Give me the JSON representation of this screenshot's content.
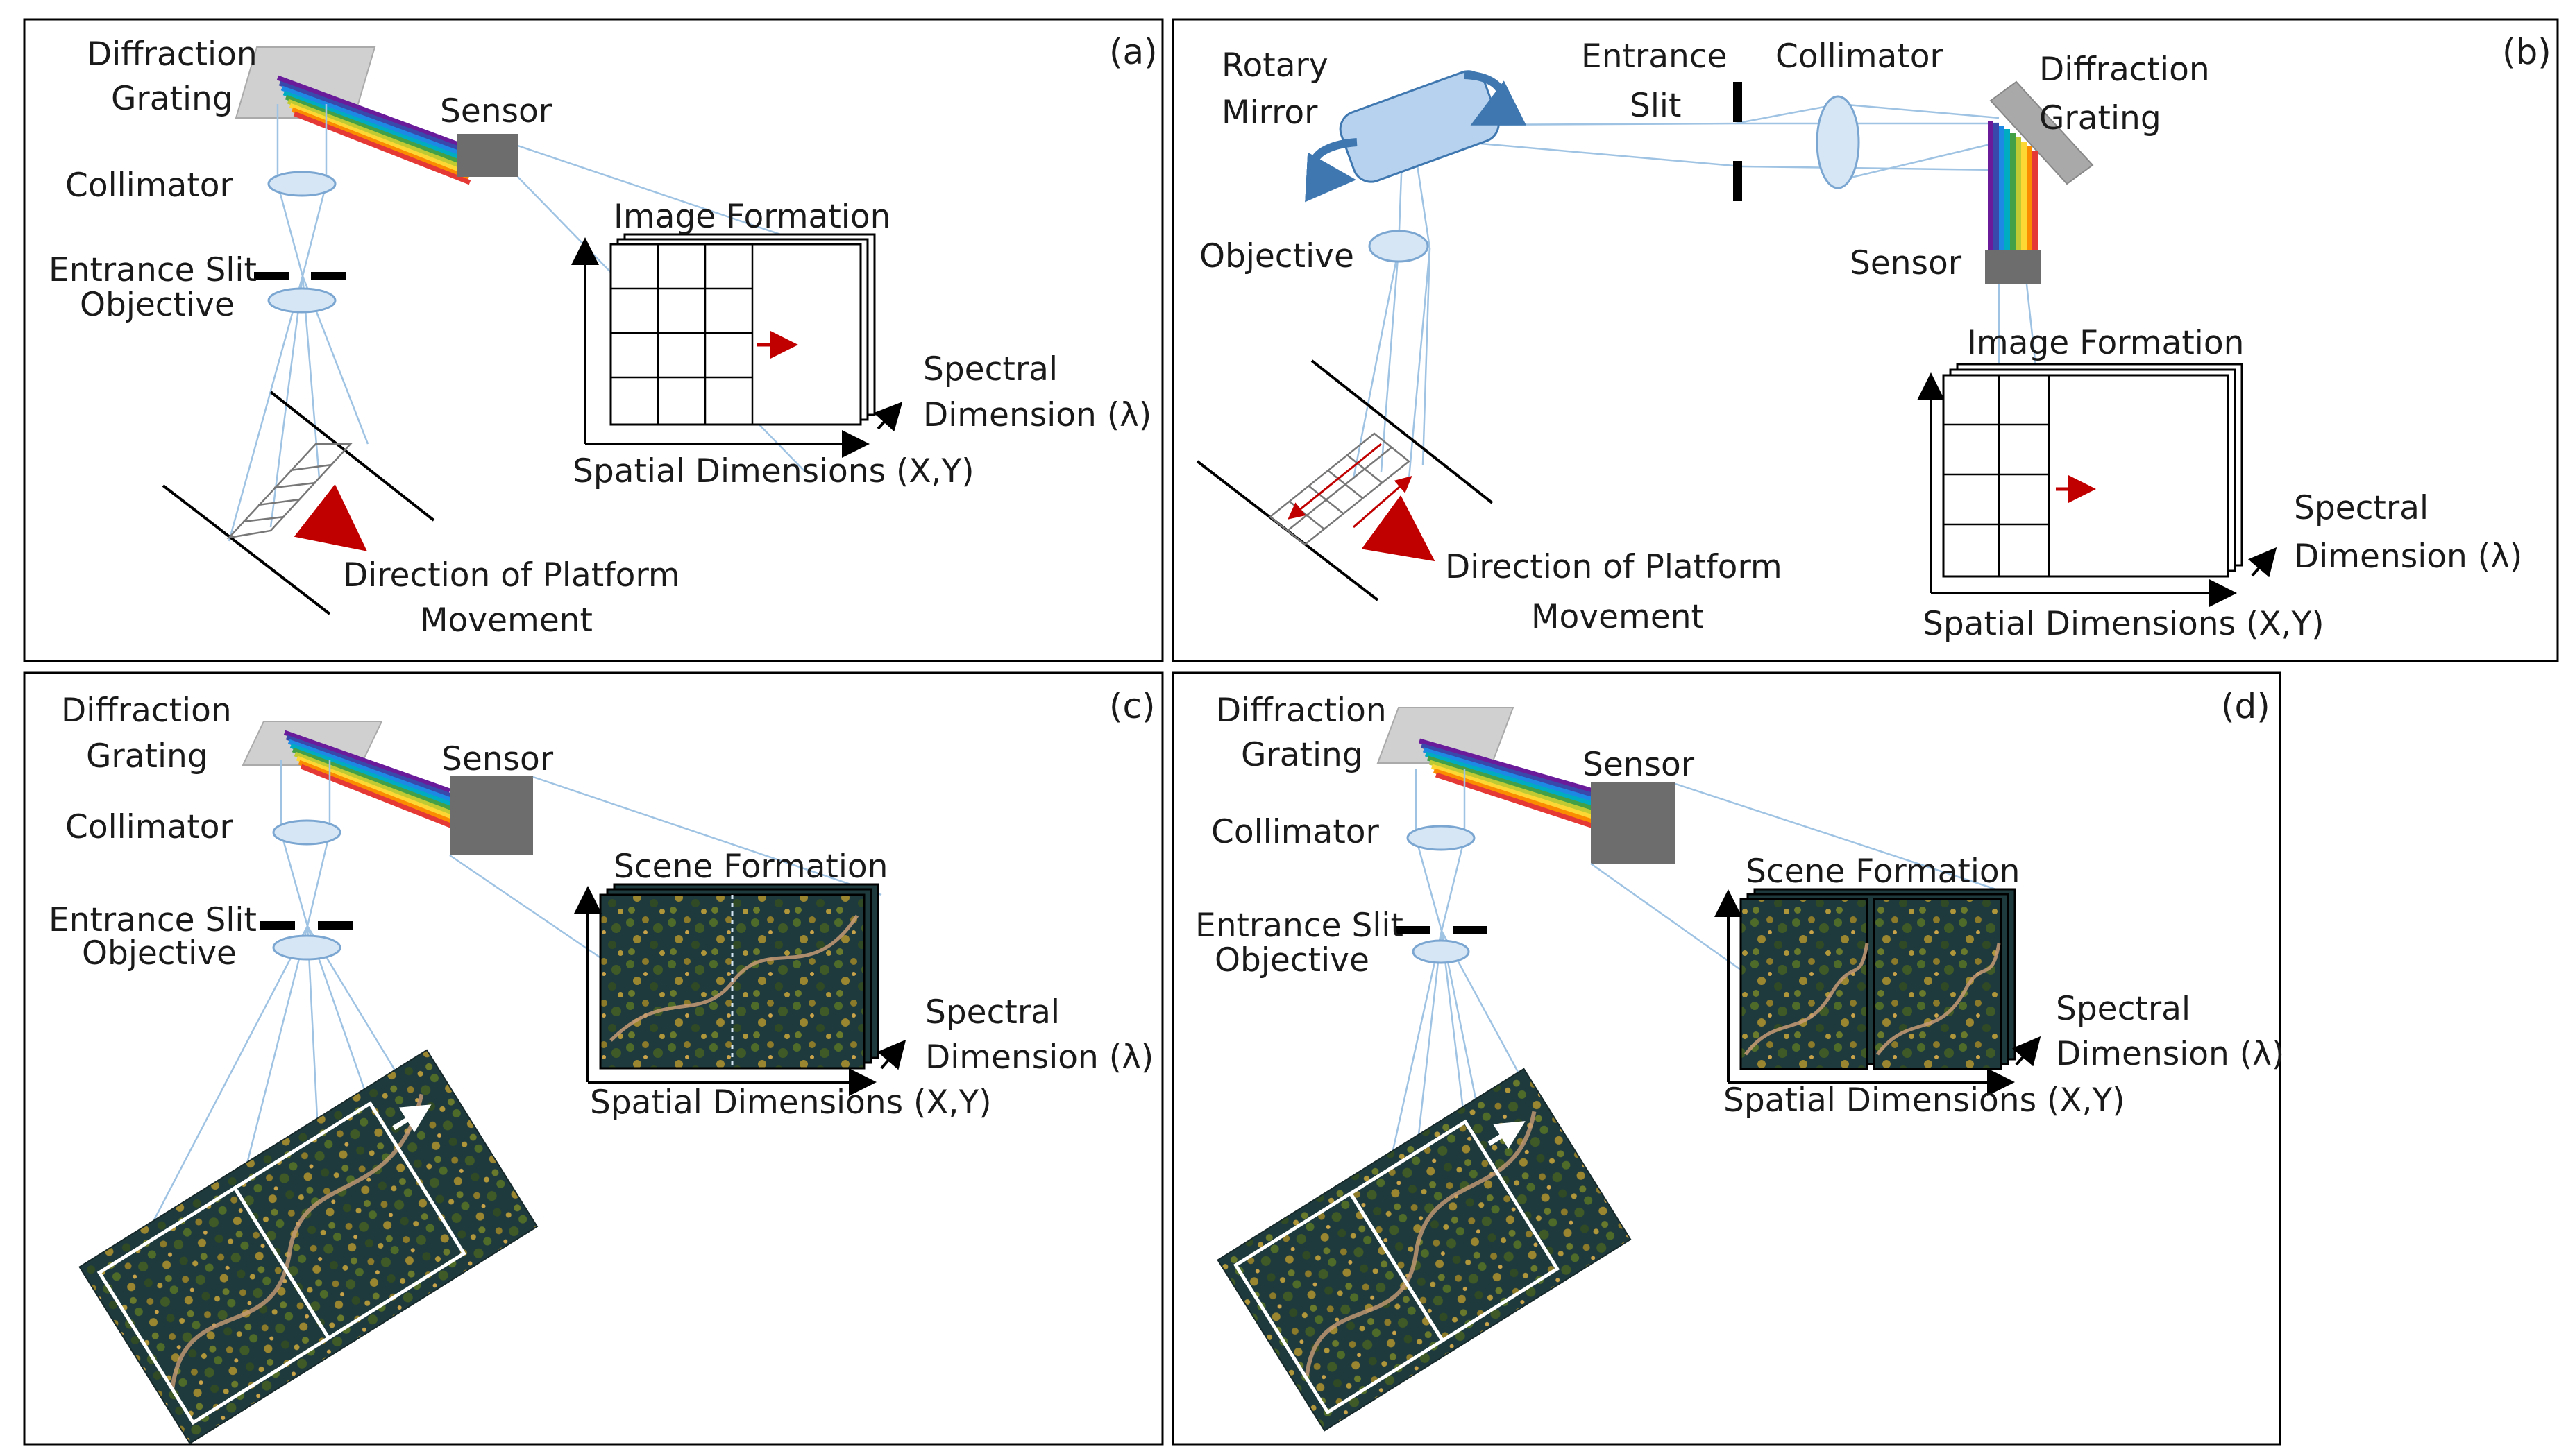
{
  "panels": {
    "a": {
      "tag": "(a)",
      "grating": [
        "Diffraction",
        "Grating"
      ],
      "sensor": "Sensor",
      "collimator": "Collimator",
      "slit": "Entrance Slit",
      "objective": "Objective",
      "formation": "Image Formation",
      "spectral": [
        "Spectral",
        "Dimension (λ)"
      ],
      "spatial": "Spatial Dimensions (X,Y)",
      "movement": [
        "Direction of Platform",
        "Movement"
      ]
    },
    "b": {
      "tag": "(b)",
      "mirror": [
        "Rotary",
        "Mirror"
      ],
      "slit": [
        "Entrance",
        "Slit"
      ],
      "collimator": "Collimator",
      "grating": [
        "Diffraction",
        "Grating"
      ],
      "objective": "Objective",
      "sensor": "Sensor",
      "formation": "Image Formation",
      "spectral": [
        "Spectral",
        "Dimension (λ)"
      ],
      "spatial": "Spatial Dimensions (X,Y)",
      "movement": [
        "Direction of Platform",
        "Movement"
      ]
    },
    "c": {
      "tag": "(c)",
      "grating": [
        "Diffraction",
        "Grating"
      ],
      "sensor": "Sensor",
      "collimator": "Collimator",
      "slit": "Entrance Slit",
      "objective": "Objective",
      "formation": "Scene Formation",
      "spectral": [
        "Spectral",
        "Dimension (λ)"
      ],
      "spatial": "Spatial Dimensions (X,Y)"
    },
    "d": {
      "tag": "(d)",
      "grating": [
        "Diffraction",
        "Grating"
      ],
      "sensor": "Sensor",
      "collimator": "Collimator",
      "slit": "Entrance Slit",
      "objective": "Objective",
      "formation": "Scene Formation",
      "spectral": [
        "Spectral",
        "Dimension (λ)"
      ],
      "spatial": "Spatial Dimensions (X,Y)"
    }
  },
  "colors": {
    "ray": "#9fc3e3",
    "lens_fill": "#d6e6f5",
    "lens_stroke": "#7aa6d1",
    "sensor": "#6d6d6d",
    "grating": "#d0d0d0",
    "arrow_red": "#c00000",
    "mirror_fill": "#b7d2ee",
    "mirror_stroke": "#3f78b0",
    "scene_dark": "#1f3a3c",
    "spectrum": [
      "#6a1b9a",
      "#3949ab",
      "#1e88e5",
      "#00acc1",
      "#43a047",
      "#c0ca33",
      "#fdd835",
      "#fb8c00",
      "#e53935"
    ]
  }
}
